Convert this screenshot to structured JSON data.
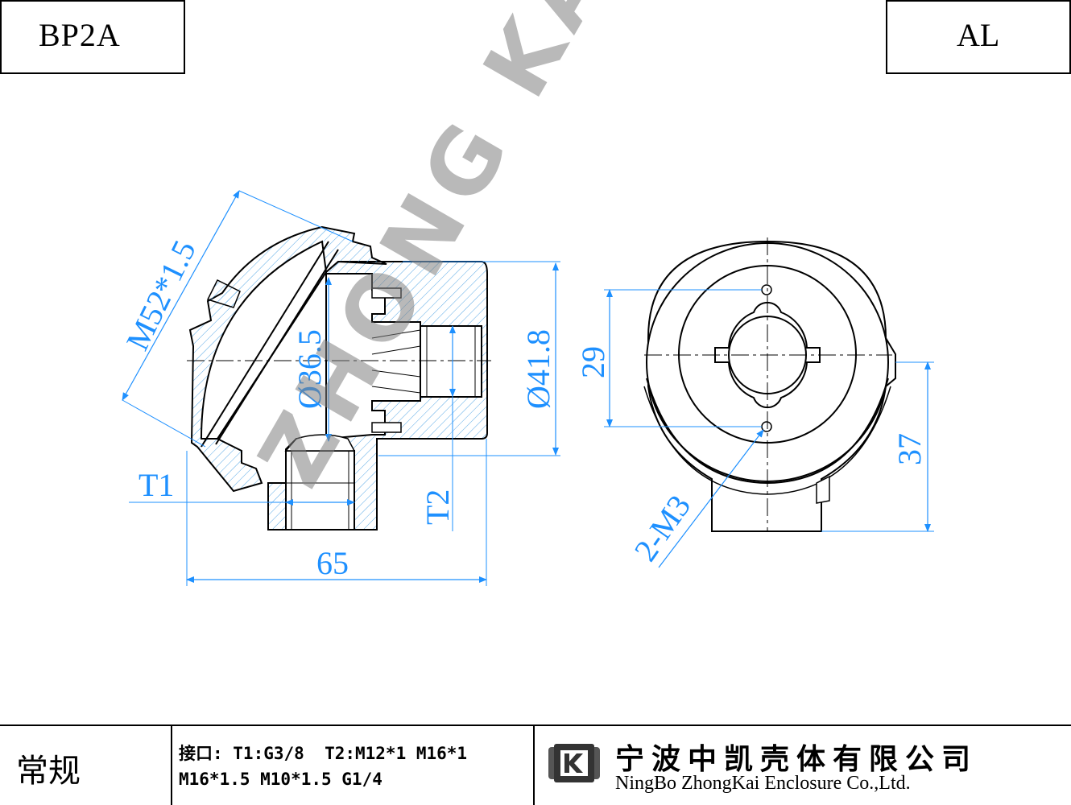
{
  "header": {
    "model": "BP2A",
    "material": "AL"
  },
  "watermark": "ZHONG KAI",
  "dimensions": {
    "m52": "M52*1.5",
    "d36": "Ø36.5",
    "d41": "Ø41.8",
    "t1": "T1",
    "t2": "T2",
    "w65": "65",
    "h29": "29",
    "h37": "37",
    "m3": "2-M3"
  },
  "footer": {
    "category": "常规",
    "spec_line1": "接口: T1:G3/8  T2:M12*1 M16*1",
    "spec_line2": "M16*1.5 M10*1.5 G1/4",
    "company_cn": "宁波中凯壳体有限公司",
    "company_en": "NingBo ZhongKai Enclosure Co.,Ltd."
  },
  "colors": {
    "line": "#000000",
    "dimension": "#1e90ff",
    "hatch": "#5aa9e6",
    "watermark": "#808080"
  }
}
